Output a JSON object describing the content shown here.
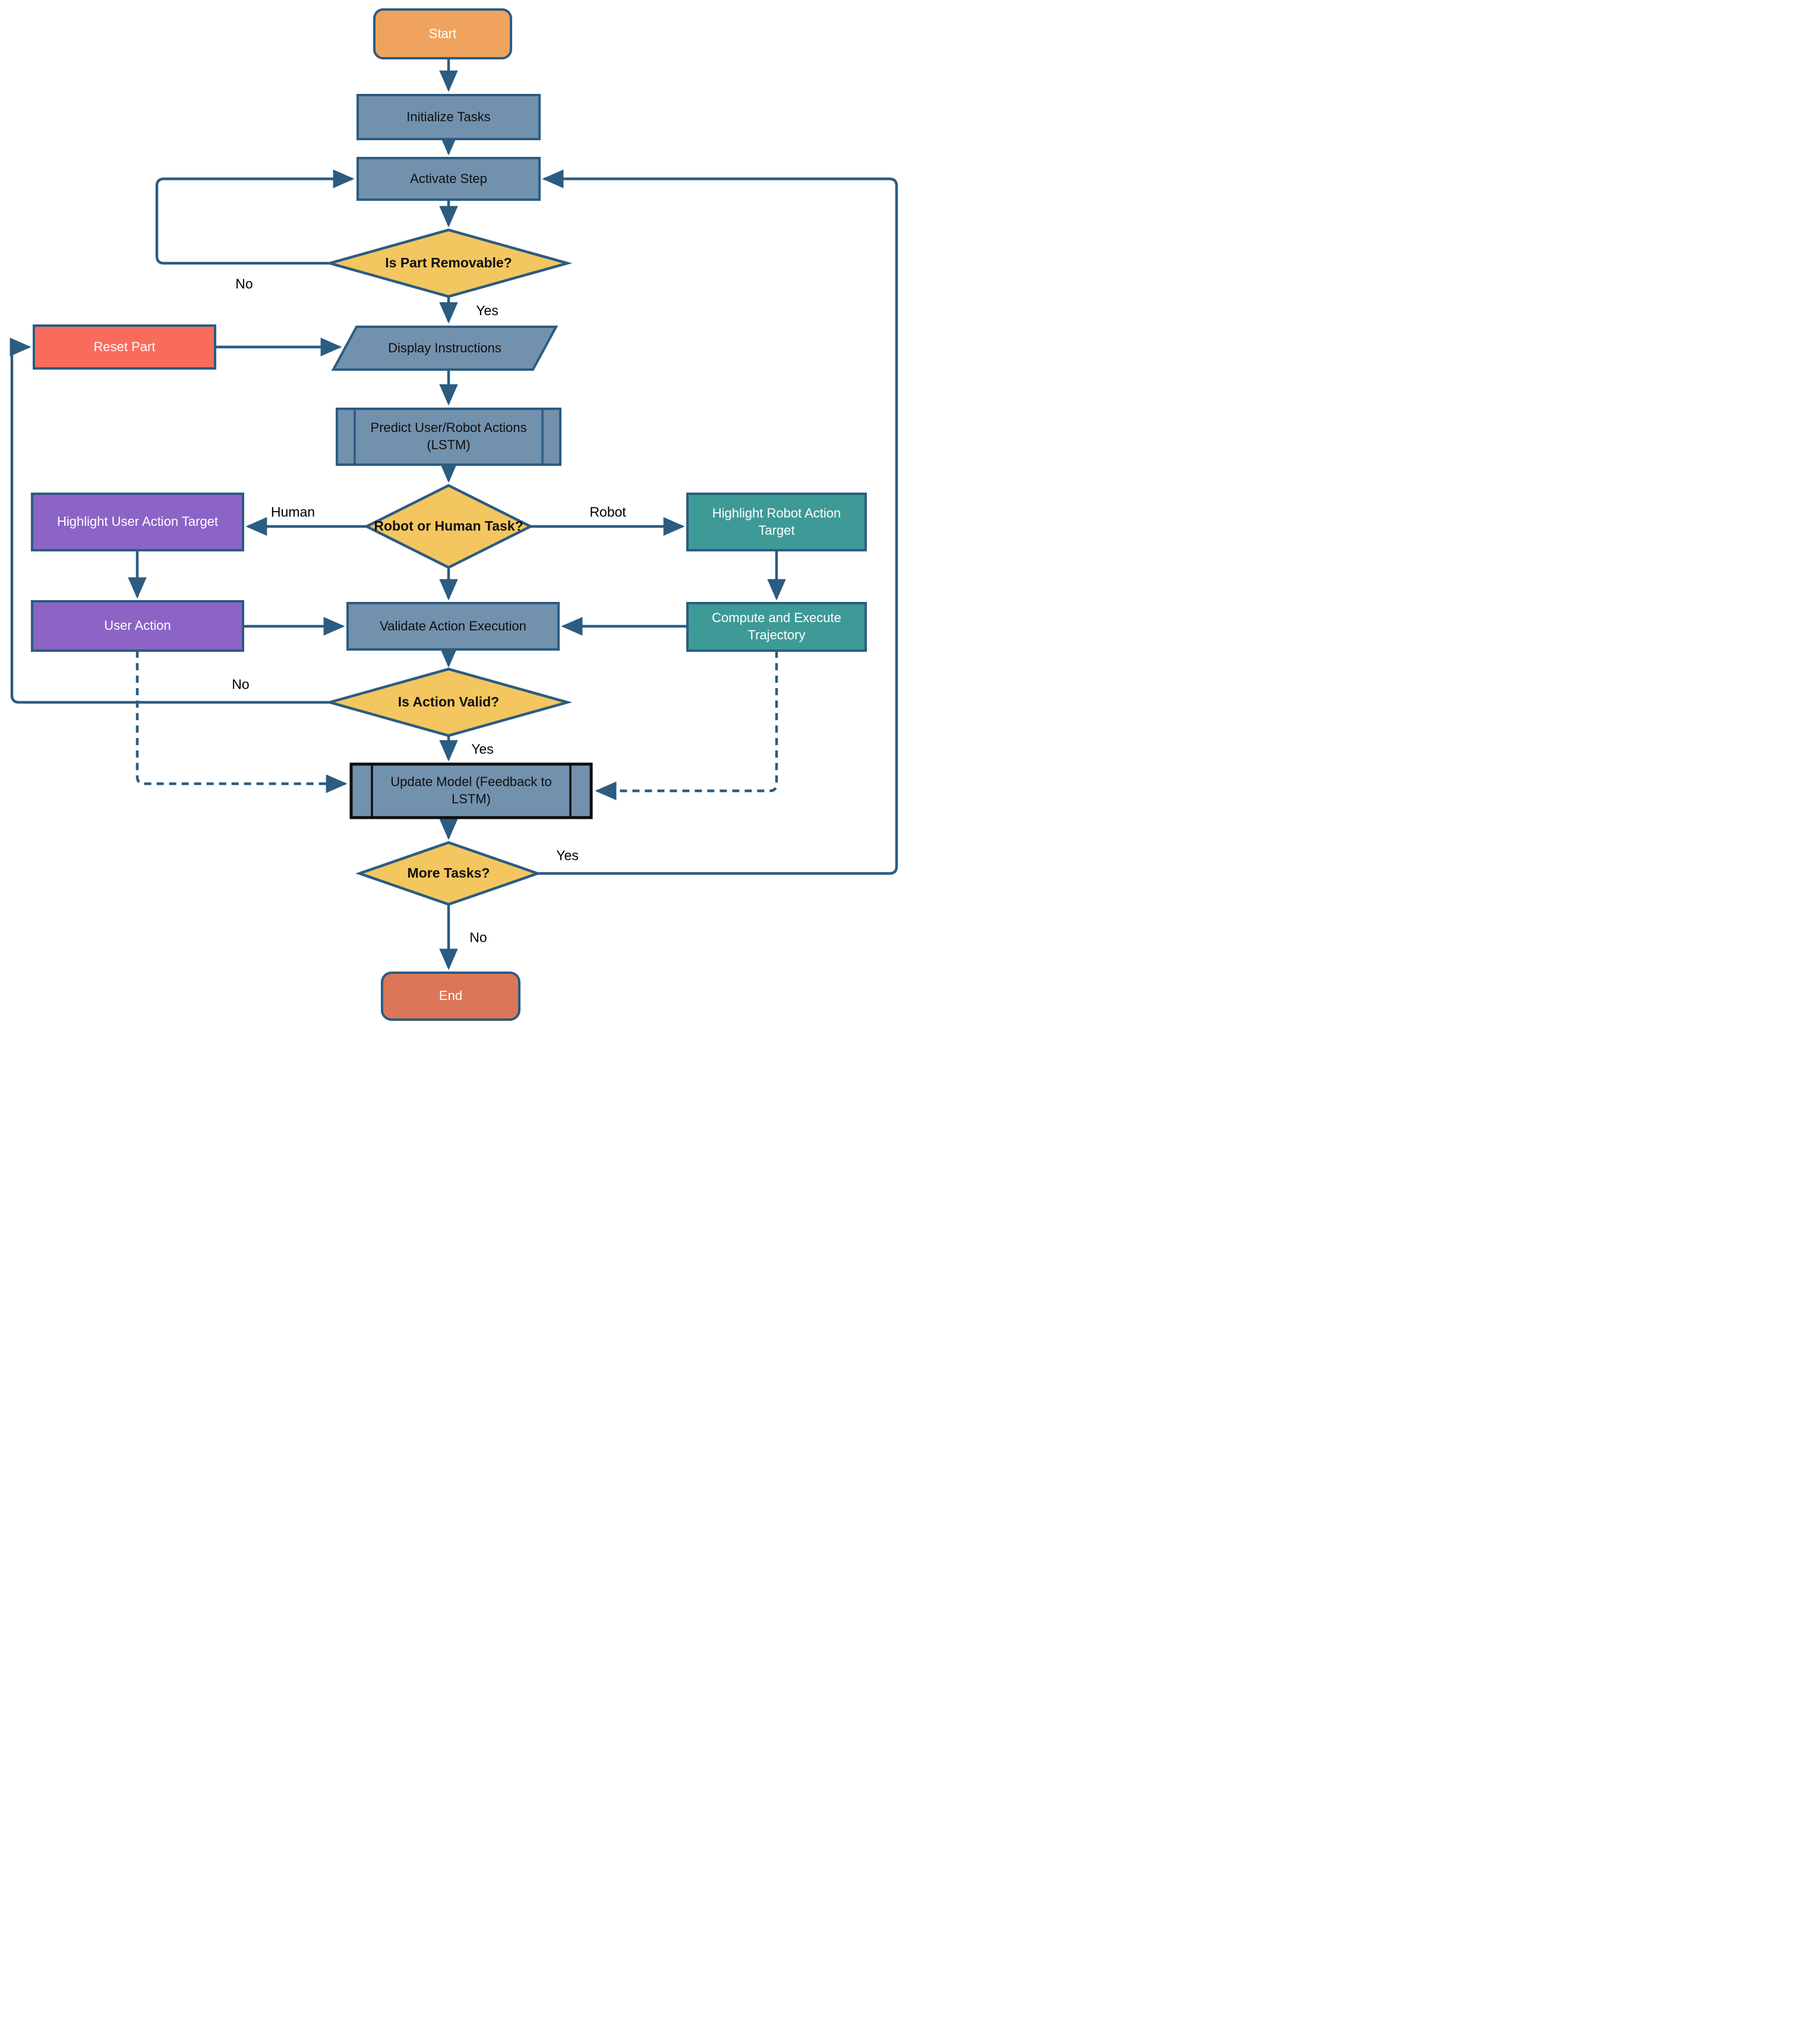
{
  "diagram": {
    "type": "flowchart",
    "nodes": {
      "start": {
        "label": "Start",
        "shape": "terminator"
      },
      "initialize": {
        "label": "Initialize Tasks",
        "shape": "process"
      },
      "activate": {
        "label": "Activate Step",
        "shape": "process"
      },
      "part_removable": {
        "label": "Is Part Removable?",
        "shape": "decision"
      },
      "reset_part": {
        "label": "Reset Part",
        "shape": "process"
      },
      "display": {
        "label": "Display Instructions",
        "shape": "parallelogram"
      },
      "predict": {
        "label": "Predict User/Robot Actions (LSTM)",
        "shape": "predefined-process"
      },
      "task_type": {
        "label": "Robot or Human Task?",
        "shape": "decision"
      },
      "highlight_user": {
        "label": "Highlight User Action Target",
        "shape": "process"
      },
      "highlight_robot": {
        "label": "Highlight Robot Action Target",
        "shape": "process"
      },
      "user_action": {
        "label": "User Action",
        "shape": "process"
      },
      "compute": {
        "label": "Compute and Execute Trajectory",
        "shape": "process"
      },
      "validate": {
        "label": "Validate Action Execution",
        "shape": "process"
      },
      "action_valid": {
        "label": "Is Action Valid?",
        "shape": "decision"
      },
      "update_model": {
        "label": "Update Model (Feedback to LSTM)",
        "shape": "predefined-process"
      },
      "more_tasks": {
        "label": "More Tasks?",
        "shape": "decision"
      },
      "end": {
        "label": "End",
        "shape": "terminator"
      }
    },
    "edge_labels": {
      "part_removable_yes": "Yes",
      "part_removable_no": "No",
      "task_human": "Human",
      "task_robot": "Robot",
      "action_valid_yes": "Yes",
      "action_valid_no": "No",
      "more_tasks_yes": "Yes",
      "more_tasks_no": "No"
    },
    "colors": {
      "stroke": "#2B5C82",
      "process_fill": "#7291AD",
      "decision_fill": "#F3C65F",
      "start_fill": "#F0A35E",
      "end_fill": "#DC7658",
      "reset_fill": "#F96C5C",
      "user_fill": "#8B64C6",
      "robot_fill": "#3E9A96"
    }
  }
}
